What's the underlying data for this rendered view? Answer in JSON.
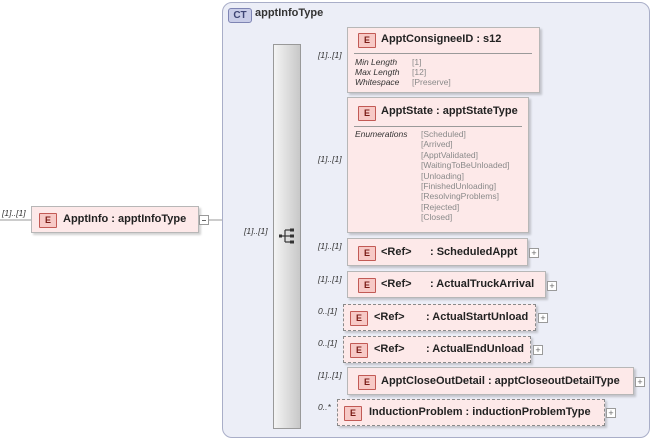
{
  "root": {
    "cardinality": "[1]..[1]",
    "badge": "E",
    "name": "ApptInfo",
    "type": "apptInfoType",
    "label": "ApptInfo : apptInfoType"
  },
  "complex_type": {
    "badge": "CT",
    "name": "apptInfoType"
  },
  "sequence": {
    "cardinality": "[1]..[1]",
    "icon": "sequence-icon"
  },
  "children": [
    {
      "cardinality": "[1]..[1]",
      "label": "ApptConsigneeID : s12",
      "facets": [
        {
          "name": "Min Length",
          "value": "[1]"
        },
        {
          "name": "Max Length",
          "value": "[12]"
        },
        {
          "name": "Whitespace",
          "value": "[Preserve]"
        }
      ]
    },
    {
      "cardinality": "[1]..[1]",
      "label": "ApptState : apptStateType",
      "enum_label": "Enumerations",
      "enumerations": [
        "[Scheduled]",
        "[Arrived]",
        "[ApptValidated]",
        "[WaitingToBeUnloaded]",
        "[Unloading]",
        "[FinishedUnloading]",
        "[ResolvingProblems]",
        "[Rejected]",
        "[Closed]"
      ]
    },
    {
      "cardinality": "[1]..[1]",
      "ref": "<Ref>",
      "label": ": ScheduledAppt"
    },
    {
      "cardinality": "[1]..[1]",
      "ref": "<Ref>",
      "label": ": ActualTruckArrival"
    },
    {
      "cardinality": "0..[1]",
      "ref": "<Ref>",
      "label": ": ActualStartUnload"
    },
    {
      "cardinality": "0..[1]",
      "ref": "<Ref>",
      "label": ": ActualEndUnload"
    },
    {
      "cardinality": "[1]..[1]",
      "label": "ApptCloseOutDetail : apptCloseoutDetailType"
    },
    {
      "cardinality": "0..*",
      "label": "InductionProblem : inductionProblemType"
    }
  ],
  "badge_letter": "E",
  "expand_symbol": "+",
  "colors": {
    "panel_bg": "#eceef7",
    "element_bg": "#fde9e9",
    "element_badge": "#f7c9c6",
    "ct_badge": "#c9cde8"
  }
}
